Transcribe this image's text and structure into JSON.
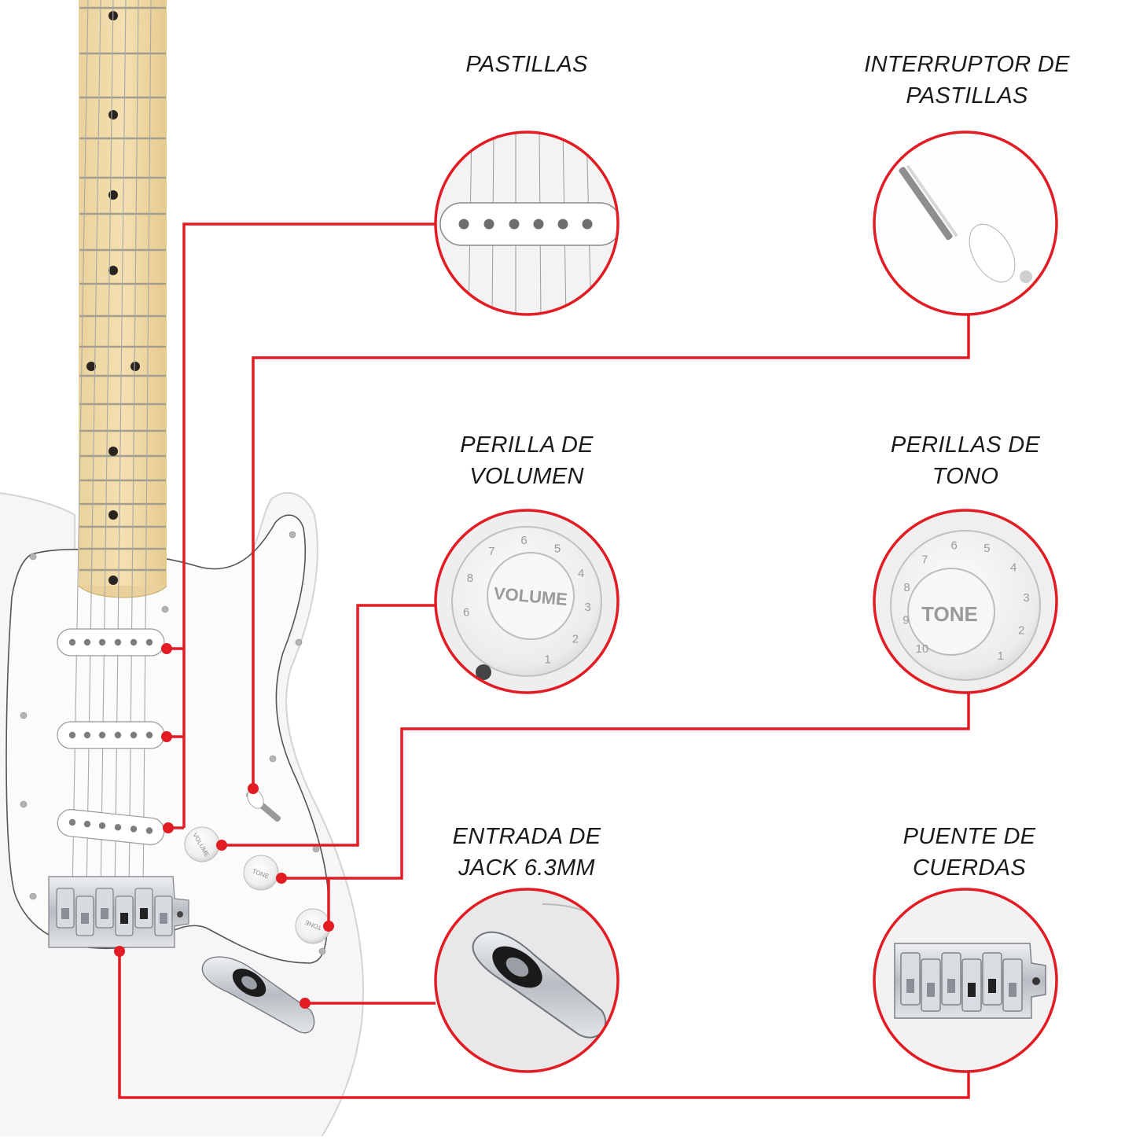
{
  "colors": {
    "background": "#ffffff",
    "accent": "#e31b23",
    "label_text": "#1a1a1a",
    "fretboard": "#f0dba6",
    "fret_wire": "#a49d8e",
    "inlay": "#2a2420",
    "guitar_body": "#f7f7f7",
    "pickguard": "#fbfbfb",
    "chrome": "#c9ccd1"
  },
  "callouts": [
    {
      "id": "pickups",
      "lines": [
        "PASTILLAS"
      ]
    },
    {
      "id": "pickup-switch",
      "lines": [
        "INTERRUPTOR DE",
        "PASTILLAS"
      ]
    },
    {
      "id": "volume-knob",
      "lines": [
        "PERILLA DE",
        "VOLUMEN"
      ]
    },
    {
      "id": "tone-knobs",
      "lines": [
        "PERILLAS DE",
        "TONO"
      ]
    },
    {
      "id": "jack-input",
      "lines": [
        "ENTRADA DE",
        "JACK 6.3MM"
      ]
    },
    {
      "id": "string-bridge",
      "lines": [
        "PUENTE DE",
        "CUERDAS"
      ]
    }
  ],
  "knob_text": {
    "volume": "VOLUME",
    "tone": "TONE",
    "volume_numbers": [
      "6",
      "8",
      "7",
      "6",
      "5",
      "4",
      "3",
      "2",
      "1"
    ],
    "tone_numbers": [
      "10",
      "9",
      "8",
      "7",
      "6",
      "5",
      "4",
      "3",
      "2",
      "1"
    ]
  }
}
